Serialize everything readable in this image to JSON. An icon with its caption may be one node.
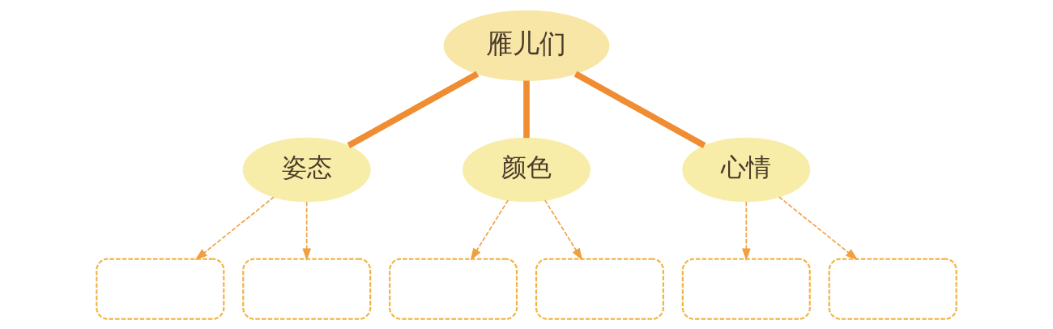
{
  "diagram": {
    "nodes": [
      {
        "text": [
          "雁儿们"
        ]
      },
      {
        "text": [
          "姿态"
        ]
      },
      {
        "text": [
          "颜色"
        ]
      },
      {
        "text": [
          "心情"
        ]
      },
      {
        "text": [],
        "shape": "box"
      },
      {
        "text": [],
        "shape": "box"
      },
      {
        "text": [],
        "shape": "box"
      },
      {
        "text": [],
        "shape": "box"
      },
      {
        "text": [],
        "shape": "box"
      },
      {
        "text": [],
        "shape": "box"
      }
    ],
    "edges": [
      {
        "from": 0,
        "to": 1,
        "arrow": "none",
        "style": "thick",
        "color": "#f08c32"
      },
      {
        "from": 0,
        "to": 2,
        "arrow": "none",
        "style": "thick",
        "color": "#f08c32"
      },
      {
        "from": 0,
        "to": 3,
        "arrow": "none",
        "style": "thick",
        "color": "#f08c32"
      },
      {
        "from": 1,
        "to": 4,
        "arrow": "to",
        "style": "dashed"
      },
      {
        "from": 1,
        "to": 5,
        "arrow": "to",
        "style": "dashed"
      },
      {
        "from": 2,
        "to": 6,
        "arrow": "to",
        "style": "dashed"
      },
      {
        "from": 2,
        "to": 7,
        "arrow": "to",
        "style": "dashed"
      },
      {
        "from": 3,
        "to": 8,
        "arrow": "to",
        "style": "dashed"
      },
      {
        "from": 3,
        "to": 9,
        "arrow": "to",
        "style": "dashed"
      }
    ]
  }
}
